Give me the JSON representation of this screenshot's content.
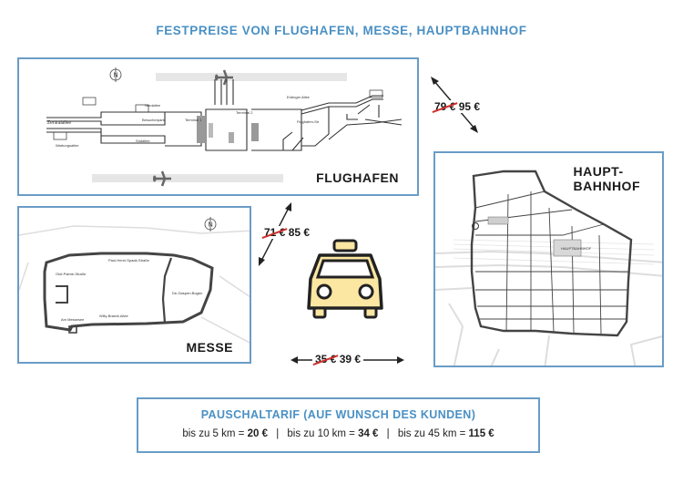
{
  "title": "FESTPREISE VON FLUGHAFEN, MESSE, HAUPTBAHNHOF",
  "panels": {
    "flughafen": {
      "label": "FLUGHAFEN",
      "streets": [
        "Zentralallee",
        "Nordallee",
        "Südallee",
        "Wartungsallee",
        "Erdinger Allee",
        "Flughafen-Str",
        "Besucherpark",
        "Terminal 1",
        "Terminal 2"
      ]
    },
    "messe": {
      "label": "MESSE",
      "streets": [
        "Olof-Palme-Straße",
        "Paul-Henri-Spaak-Straße",
        "Willy-Brandt-Allee",
        "De-Gasperi-Bogen",
        "Am Messesee"
      ]
    },
    "hbf": {
      "label_line1": "HAUPT-",
      "label_line2": "BAHNHOF"
    }
  },
  "prices": {
    "flughafen": {
      "old": "79 €",
      "new": "95 €"
    },
    "messe": {
      "old": "71 €",
      "new": "85 €"
    },
    "hbf": {
      "old": "35 €",
      "new": "39 €"
    }
  },
  "tariff": {
    "title": "PAUSCHALTARIF (AUF WUNSCH DES KUNDEN)",
    "items": [
      {
        "label": "bis zu 5 km =",
        "price": "20 €"
      },
      {
        "label": "bis zu 10 km =",
        "price": "34 €"
      },
      {
        "label": "bis zu 45 km =",
        "price": "115 €"
      }
    ],
    "separator": "|"
  },
  "colors": {
    "accent": "#4a90c4",
    "frame": "#6a9cc6",
    "strike": "#d0312d",
    "taxi": "#fbe6a2"
  },
  "icons": [
    "north-icon",
    "plane-icon",
    "taxi-icon",
    "double-arrow-icon"
  ]
}
